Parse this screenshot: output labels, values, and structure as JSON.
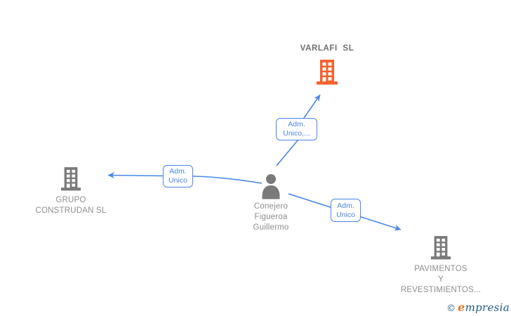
{
  "colors": {
    "background": "#ffffff",
    "edge": "#4a86e8",
    "relationship_box_border": "#4a86e8",
    "relationship_box_text": "#4a86e8",
    "target_company_icon": "#f4632e",
    "entity_icon": "#7a7a7a",
    "entity_text": "#8e8e8e",
    "target_company_title": "#6e6e6e",
    "logo_navy": "#1f5c87",
    "logo_orange": "#ee7623"
  },
  "diagram": {
    "person": {
      "name_lines": [
        "Conejero",
        "Figueroa",
        "Guillermo"
      ]
    },
    "companies": {
      "varlafi": {
        "name": "VARLAFI  SL"
      },
      "grupo": {
        "name_lines": [
          "GRUPO",
          "CONSTRUDAN SL"
        ]
      },
      "pavimentos": {
        "name_lines": [
          "PAVIMENTOS",
          "Y",
          "REVESTIMIENTOS..."
        ]
      }
    },
    "relationships": {
      "person_to_varlafi": {
        "label_lines": [
          "Adm.",
          "Unico,..."
        ]
      },
      "person_to_grupo": {
        "label_lines": [
          "Adm.",
          "Unico"
        ]
      },
      "person_to_pavimentos": {
        "label_lines": [
          "Adm.",
          "Unico"
        ]
      }
    }
  },
  "icons": {
    "company": "building-icon",
    "person": "person-icon",
    "arrowhead": "arrowhead-icon"
  },
  "footer": {
    "copyright": "©",
    "brand_initial": "e",
    "brand_rest": "mpresia"
  }
}
